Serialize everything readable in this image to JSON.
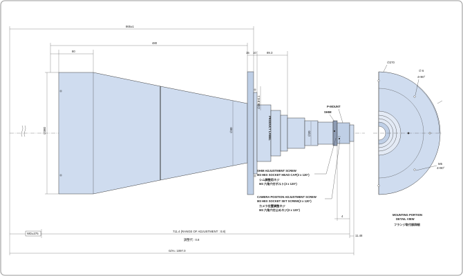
{
  "dimensions": {
    "overall_top": "865±1",
    "length_480": "480",
    "length_80": "80",
    "length_15": "15",
    "length_10": "10",
    "length_89_3": "89.3",
    "front_dia": "∅380",
    "mid_dia": "∅30",
    "flange_dia": "∅38.8-0.1",
    "rear_dia": "∅20",
    "shim_gap": "4",
    "offset_11_48": "11.48",
    "thread_wd": "WD±375",
    "adjust_range": "711.4 (RANGE OF ADJUSTMENT : 0.8)",
    "adjust_range_jp": "調整代 : 0.8",
    "total_length": "G/H= 1097.0",
    "detail_dia": "∅270",
    "detail_hole": "∅ 6",
    "detail_hole_count": "4×90°",
    "detail_m5": "M5",
    "detail_m5_count": "4×90°"
  },
  "labels": {
    "product_label": "PRODUCT LABEL",
    "p_mount": "P-MOUNT",
    "shim": "SHIM",
    "shim_screw_title": "SHIM ADJUSTMENT SCREW",
    "shim_screw_spec": "M3 HEX SOCKET HEAD CAP(3 x 120°)",
    "shim_screw_jp": "シム調整用ネジ",
    "shim_screw_jp2": "M3 六角穴付ボルト(3 x 120°)",
    "cam_screw_title": "CAMERA POSITION ADJUSTMENT SCREW",
    "cam_screw_spec": "M3 HEX SOCKET SET SCREW(3 x 120°)",
    "cam_screw_jp": "カメラ位置調整ネジ",
    "cam_screw_jp2": "M3 六角穴付止めネジ(3 x 120°)",
    "detail_title1": "MOUNTING PORTION",
    "detail_title2": "DETAIL VIEW",
    "detail_title_jp": "フランジ取付部詳細"
  },
  "colors": {
    "body_fill": "#cfdcef",
    "outline": "#3a3a3a",
    "frame": "#777777"
  }
}
